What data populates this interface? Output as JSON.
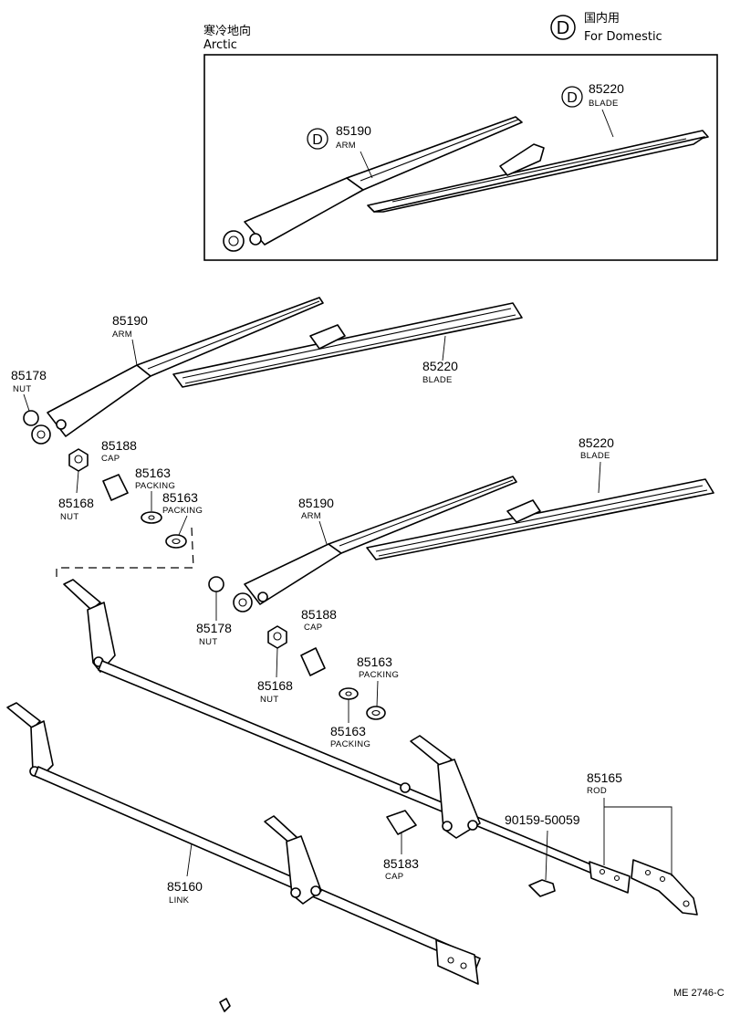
{
  "header": {
    "arctic_jp": "寒冷地向",
    "arctic_en": "Arctic",
    "domestic_symbol": "D",
    "domestic_jp": "国内用",
    "domestic_en": "For Domestic"
  },
  "callouts": {
    "inset_arm": {
      "symbol": "D",
      "number": "85190",
      "name": "ARM"
    },
    "inset_blade": {
      "symbol": "D",
      "number": "85220",
      "name": "BLADE"
    },
    "arm_1": {
      "number": "85190",
      "name": "ARM"
    },
    "blade_1": {
      "number": "85220",
      "name": "BLADE"
    },
    "nut_85178_1": {
      "number": "85178",
      "name": "NUT"
    },
    "cap_85188_1": {
      "number": "85188",
      "name": "CAP"
    },
    "packing_85163_1a": {
      "number": "85163",
      "name": "PACKING"
    },
    "packing_85163_1b": {
      "number": "85163",
      "name": "PACKING"
    },
    "nut_85168_1": {
      "number": "85168",
      "name": "NUT"
    },
    "blade_2": {
      "number": "85220",
      "name": "BLADE"
    },
    "arm_2": {
      "number": "85190",
      "name": "ARM"
    },
    "nut_85178_2": {
      "number": "85178",
      "name": "NUT"
    },
    "cap_85188_2": {
      "number": "85188",
      "name": "CAP"
    },
    "nut_85168_2": {
      "number": "85168",
      "name": "NUT"
    },
    "packing_85163_2a": {
      "number": "85163",
      "name": "PACKING"
    },
    "packing_85163_2b": {
      "number": "85163",
      "name": "PACKING"
    },
    "rod": {
      "number": "85165",
      "name": "ROD"
    },
    "bolt": {
      "number": "90159-50059",
      "name": ""
    },
    "cap_85183": {
      "number": "85183",
      "name": "CAP"
    },
    "link": {
      "number": "85160",
      "name": "LINK"
    }
  },
  "footer": {
    "code": "ME 2746-C"
  }
}
